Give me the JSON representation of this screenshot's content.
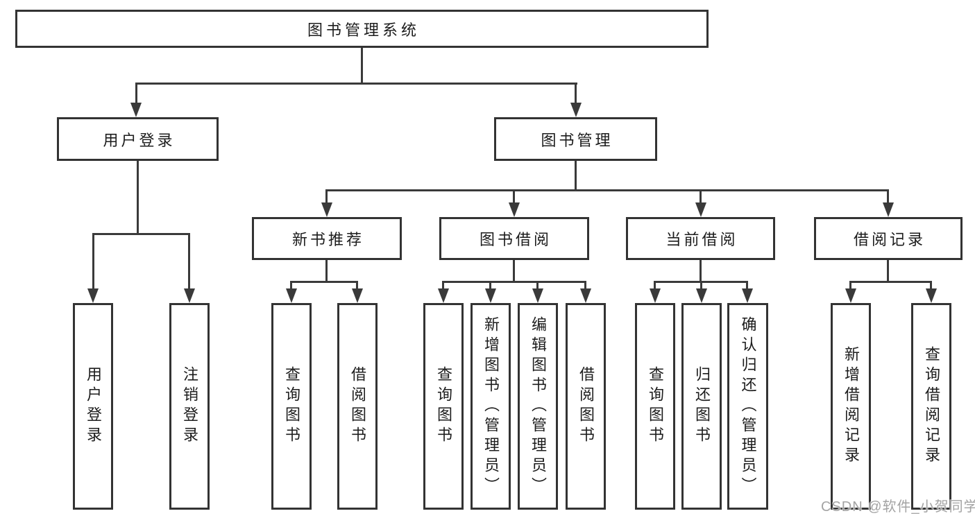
{
  "tree": {
    "root": {
      "label": "图书管理系统"
    },
    "branches": [
      {
        "label": "用户登录",
        "children": [
          {
            "label": "用户登录"
          },
          {
            "label": "注销登录"
          }
        ]
      },
      {
        "label": "图书管理",
        "groups": [
          {
            "label": "新书推荐",
            "children": [
              {
                "label": "查询图书"
              },
              {
                "label": "借阅图书"
              }
            ]
          },
          {
            "label": "图书借阅",
            "children": [
              {
                "label": "查询图书"
              },
              {
                "label": "新增图书（管理员）"
              },
              {
                "label": "编辑图书（管理员）"
              },
              {
                "label": "借阅图书"
              }
            ]
          },
          {
            "label": "当前借阅",
            "children": [
              {
                "label": "查询图书"
              },
              {
                "label": "归还图书"
              },
              {
                "label": "确认归还（管理员）"
              }
            ]
          },
          {
            "label": "借阅记录",
            "children": [
              {
                "label": "新增借阅记录"
              },
              {
                "label": "查询借阅记录"
              }
            ]
          }
        ]
      }
    ]
  },
  "watermark": "CSDN @软件_小贺同学",
  "colors": {
    "line": "#3a3a3a",
    "border": "#333333",
    "text": "#1c1c1c",
    "watermark": "#a3a3a3",
    "background": "#ffffff"
  }
}
